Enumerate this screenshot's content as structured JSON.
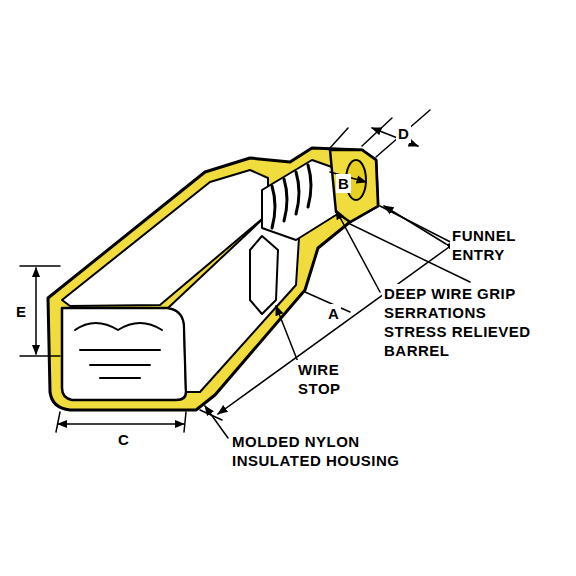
{
  "diagram": {
    "labels": [
      "D",
      "B",
      "FUNNEL ENTRY",
      "DEEP WIRE GRIP SERRATIONS STRESS RELIEVED BARREL",
      "E",
      "A",
      "WIRE STOP",
      "C",
      "MOLDED NYLON INSULATED HOUSING"
    ]
  }
}
